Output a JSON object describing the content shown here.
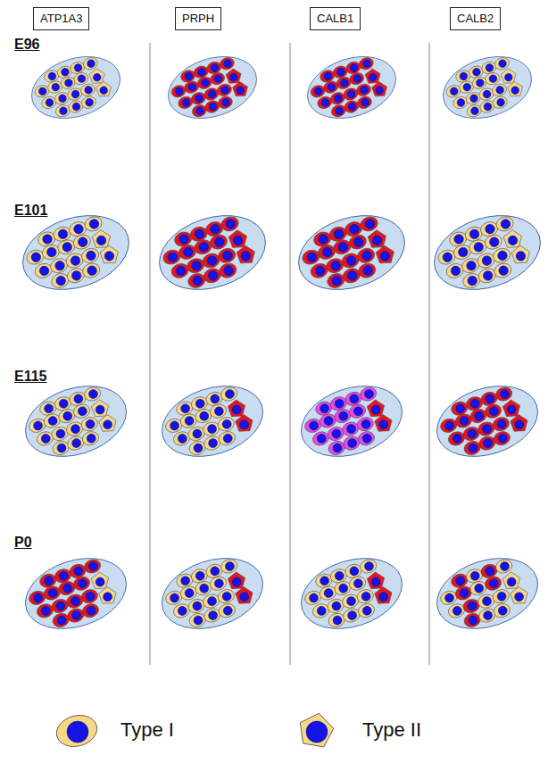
{
  "diagram": {
    "nodes": [
      {
        "text": [
          "ATP1A3"
        ]
      },
      {
        "text": [
          "PRPH"
        ]
      },
      {
        "text": [
          "CALB1"
        ]
      },
      {
        "text": [
          "CALB2"
        ]
      }
    ],
    "labels": [
      "E96",
      "E101",
      "E115",
      "P0"
    ],
    "legend": [
      {
        "text": "Type I"
      },
      {
        "text": "Type II"
      }
    ]
  }
}
